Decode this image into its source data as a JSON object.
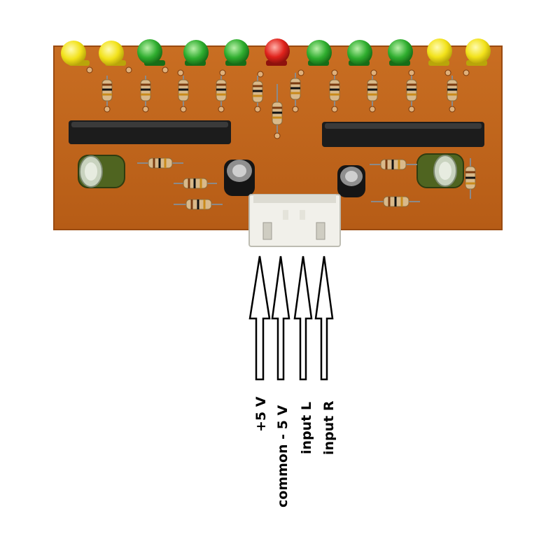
{
  "pin_labels": [
    "+5 V",
    "common - 5 V",
    "input L",
    "input R"
  ],
  "led_colors": [
    "#f2e21a",
    "#f2e21a",
    "#2fae2f",
    "#2fae2f",
    "#2fae2f",
    "#e0231c",
    "#2fae2f",
    "#2fae2f",
    "#2fae2f",
    "#f2e21a",
    "#f2e21a"
  ],
  "colors": {
    "pcb": "#c1661c",
    "pcb_edge": "#9a4a10",
    "ic": "#1c1c1c",
    "connector": "#f1f0ea",
    "arrow": "#000000"
  }
}
